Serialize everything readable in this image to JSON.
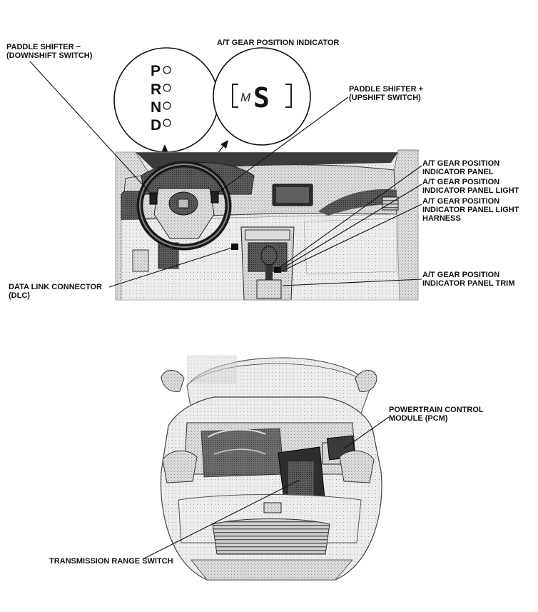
{
  "diagram": {
    "top_title": "A/T GEAR POSITION INDICATOR",
    "shift_positions": [
      "P",
      "R",
      "N",
      "D"
    ],
    "indicator_display": {
      "mode": "M",
      "gear": "S"
    },
    "labels": {
      "paddle_minus": [
        "PADDLE SHIFTER −",
        "(DOWNSHIFT SWITCH)"
      ],
      "paddle_plus": [
        "PADDLE SHIFTER +",
        "(UPSHIFT SWITCH)"
      ],
      "indicator_panel": [
        "A/T GEAR POSITION",
        "INDICATOR PANEL"
      ],
      "indicator_panel_light": [
        "A/T GEAR POSITION",
        "INDICATOR PANEL LIGHT"
      ],
      "indicator_panel_light_harness": [
        "A/T GEAR POSITION",
        "INDICATOR PANEL LIGHT",
        "HARNESS"
      ],
      "data_link_connector": [
        "DATA LINK CONNECTOR",
        "(DLC)"
      ],
      "indicator_panel_trim": [
        "A/T GEAR POSITION",
        "INDICATOR PANEL TRIM"
      ],
      "pcm": [
        "POWERTRAIN CONTROL",
        "MODULE (PCM)"
      ],
      "transmission_range_switch": [
        "TRANSMISSION RANGE SWITCH"
      ]
    }
  }
}
